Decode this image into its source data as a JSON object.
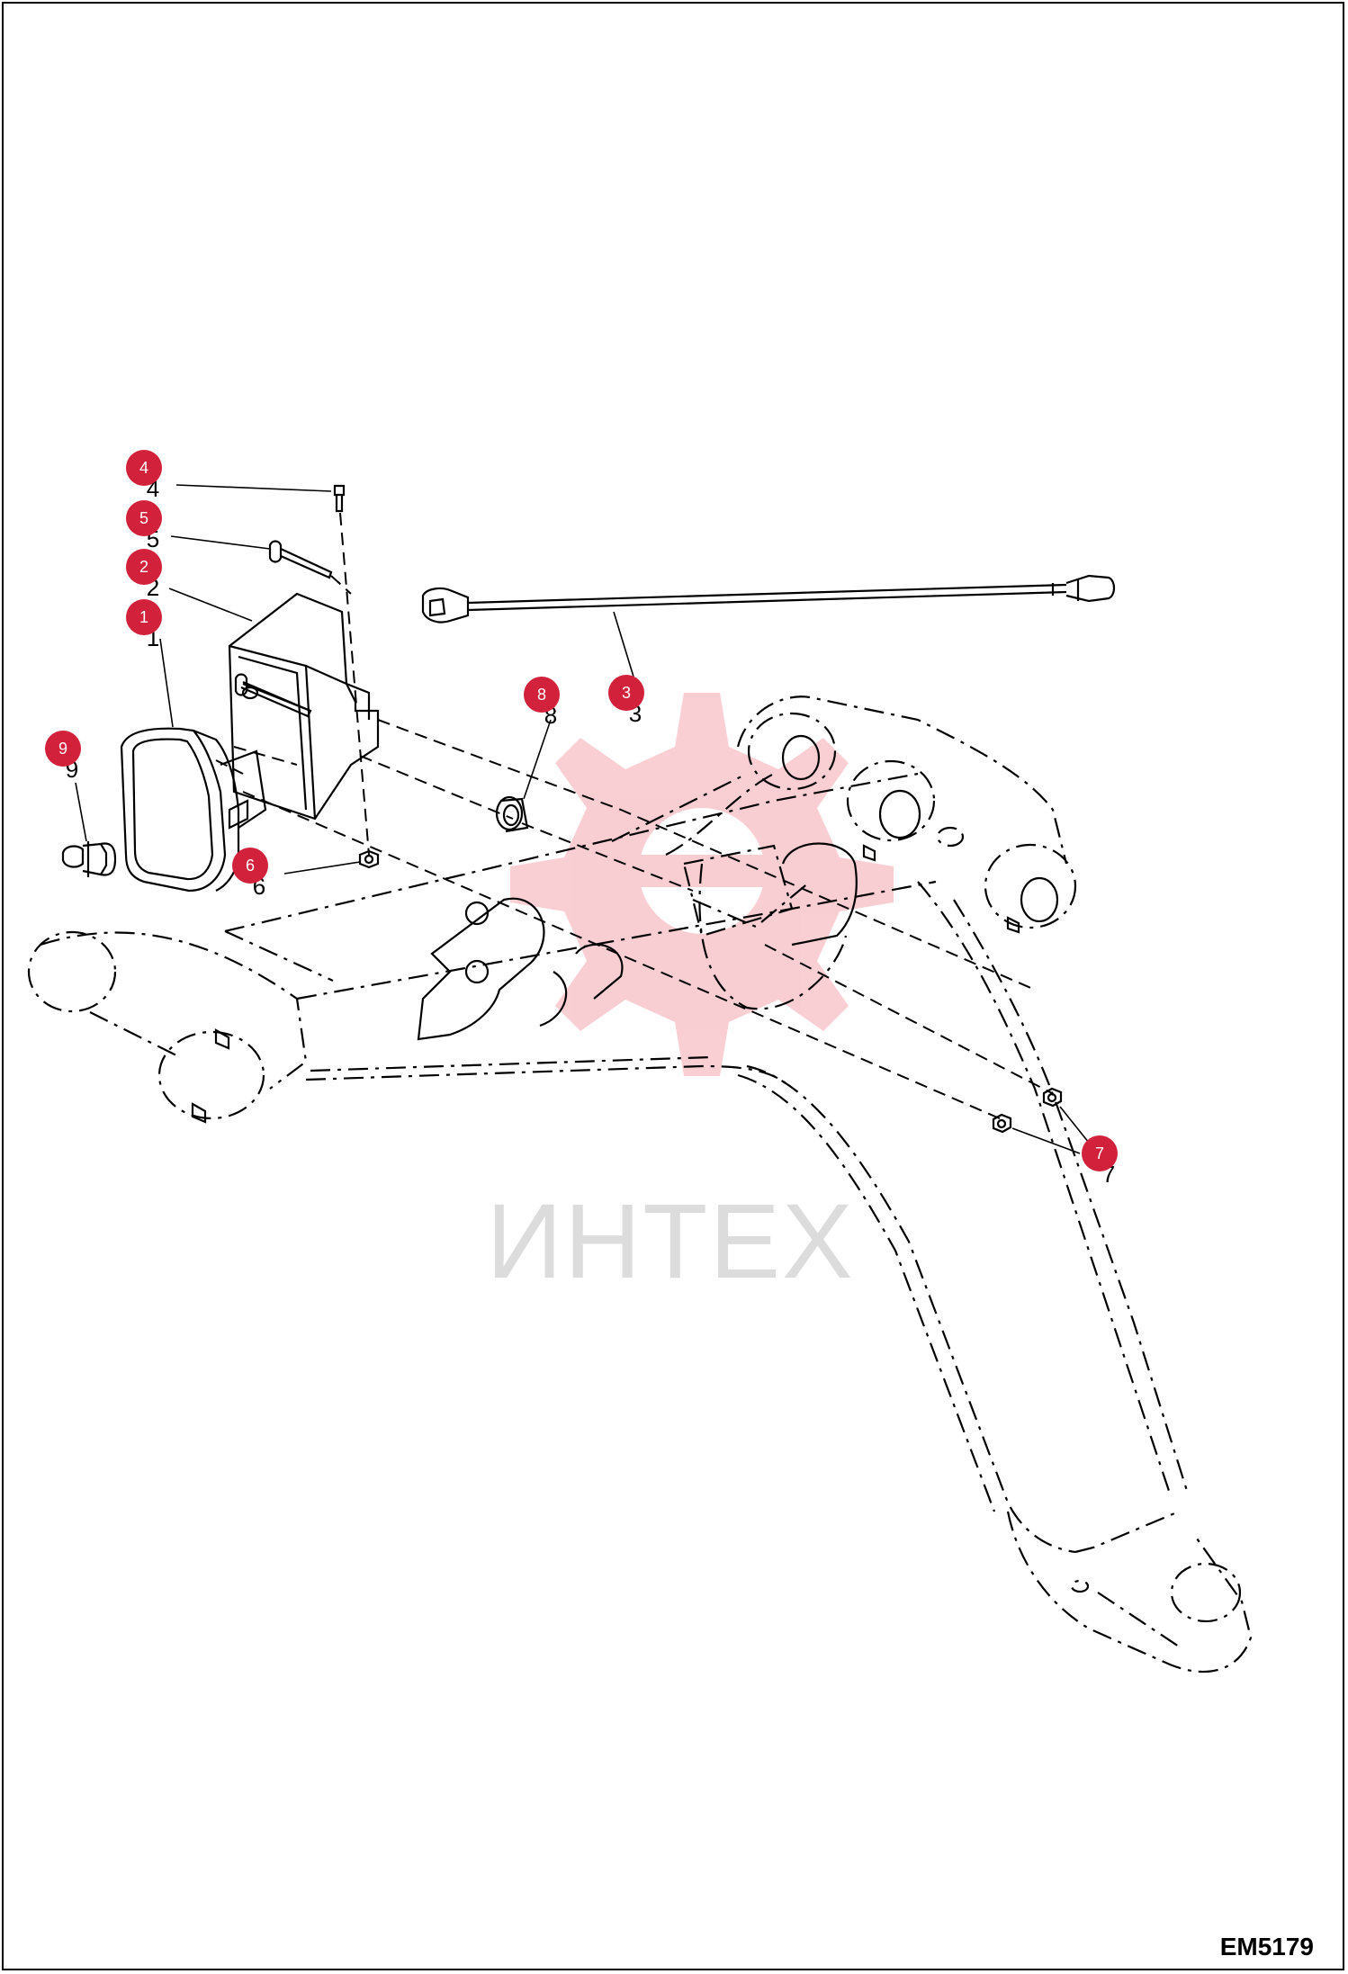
{
  "diagram": {
    "reference_code": "EM5179",
    "watermark_text": "ИНТЕХ",
    "callout_color": "#d1213b",
    "callouts": [
      {
        "id": "callout-1",
        "label": "1"
      },
      {
        "id": "callout-2",
        "label": "2"
      },
      {
        "id": "callout-3",
        "label": "3"
      },
      {
        "id": "callout-4",
        "label": "4"
      },
      {
        "id": "callout-5",
        "label": "5"
      },
      {
        "id": "callout-6",
        "label": "6"
      },
      {
        "id": "callout-7",
        "label": "7"
      },
      {
        "id": "callout-8",
        "label": "8"
      },
      {
        "id": "callout-9",
        "label": "9"
      }
    ]
  }
}
